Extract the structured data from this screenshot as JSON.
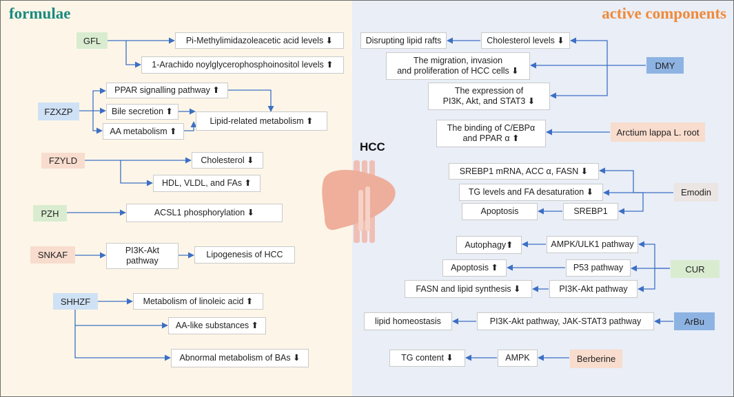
{
  "titles": {
    "left": "formulae",
    "right": "active components",
    "center": "HCC"
  },
  "icons": {
    "center": "liver-icon"
  },
  "colors": {
    "formulae_title": "#1a8a7e",
    "active_title": "#f08a3a",
    "arrow": "#3c6fc4",
    "left_bg": "#fdf6e8",
    "right_bg": "#e9eef7"
  },
  "formulae": {
    "gfl": {
      "label": "GFL",
      "effects": [
        "Pi-Methylimidazoleacetic acid levels ⬇",
        "1-Arachido noylglycerophosphoinositol levels ⬆"
      ]
    },
    "fzxzp": {
      "label": "FZXZP",
      "effects": [
        "PPAR signalling pathway ⬆",
        "Bile secretion ⬆",
        "AA metabolism ⬆"
      ],
      "outcome": "Lipid-related  metabolism ⬆"
    },
    "fzyld": {
      "label": "FZYLD",
      "effects": [
        "Cholesterol ⬇",
        "HDL,  VLDL,  and FAs ⬆"
      ]
    },
    "pzh": {
      "label": "PZH",
      "effects": [
        "ACSL1 phosphorylation ⬇"
      ]
    },
    "snkaf": {
      "label": "SNKAF",
      "pathway": "PI3K-Akt\npathway",
      "outcome": "Lipogenesis of HCC"
    },
    "shhzf": {
      "label": "SHHZF",
      "effects": [
        "Metabolism of linoleic acid ⬆",
        "AA-like substances ⬆",
        "Abnormal metabolism of BAs ⬇"
      ]
    }
  },
  "components": {
    "dmy": {
      "label": "DMY",
      "effects": [
        "Cholesterol levels ⬇",
        "The migration, invasion\nand  proliferation of HCC cells ⬇",
        "The expression of\nPI3K,  Akt,  and  STAT3 ⬇"
      ],
      "downstream": "Disrupting lipid rafts"
    },
    "arctium": {
      "label": "Arctium lappa L. root",
      "effects": [
        "The binding of C/EBPα\nand PPAR α ⬆"
      ]
    },
    "emodin": {
      "label": "Emodin",
      "effects": [
        "SREBP1 mRNA,  ACC α,  FASN ⬇",
        "TG levels and FA desaturation ⬇",
        "SREBP1"
      ],
      "downstream": "Apoptosis"
    },
    "cur": {
      "label": "CUR",
      "effects": [
        "AMPK/ULK1 pathway",
        "P53 pathway",
        "PI3K-Akt pathway"
      ],
      "downstream": [
        "Autophagy⬆",
        "Apoptosis ⬆",
        "FASN and lipid synthesis ⬇"
      ]
    },
    "arbu": {
      "label": "ArBu",
      "effects": [
        "PI3K-Akt pathway,  JAK-STAT3 pathway"
      ],
      "downstream": "lipid homeostasis"
    },
    "berberine": {
      "label": "Berberine",
      "effects": [
        "AMPK"
      ],
      "downstream": "TG content ⬇"
    }
  }
}
